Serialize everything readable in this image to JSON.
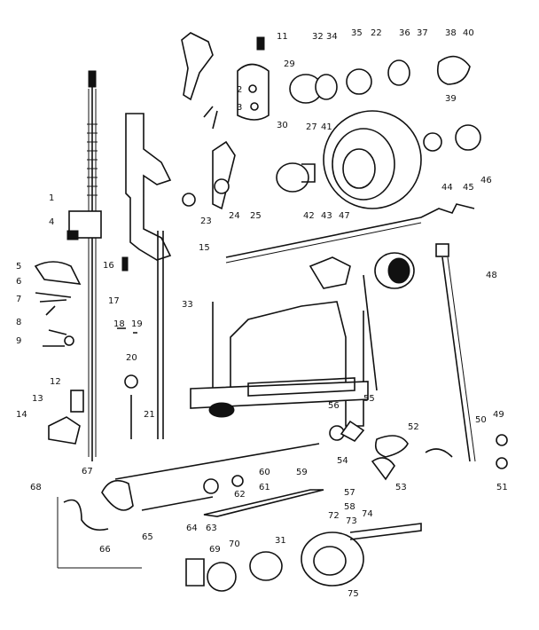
{
  "labels": [
    {
      "id": "p1",
      "text": "1"
    },
    {
      "id": "p2",
      "text": "2"
    },
    {
      "id": "p3",
      "text": "3"
    },
    {
      "id": "p4",
      "text": "4"
    },
    {
      "id": "p5",
      "text": "5"
    },
    {
      "id": "p6",
      "text": "6"
    },
    {
      "id": "p7",
      "text": "7"
    },
    {
      "id": "p8",
      "text": "8"
    },
    {
      "id": "p9",
      "text": "9"
    },
    {
      "id": "p11",
      "text": "11"
    },
    {
      "id": "p12",
      "text": "12"
    },
    {
      "id": "p13",
      "text": "13"
    },
    {
      "id": "p14",
      "text": "14"
    },
    {
      "id": "p15",
      "text": "15"
    },
    {
      "id": "p16",
      "text": "16"
    },
    {
      "id": "p17",
      "text": "17"
    },
    {
      "id": "p18",
      "text": "18"
    },
    {
      "id": "p19",
      "text": "19"
    },
    {
      "id": "p20",
      "text": "20"
    },
    {
      "id": "p21",
      "text": "21"
    },
    {
      "id": "p22",
      "text": "22"
    },
    {
      "id": "p23",
      "text": "23"
    },
    {
      "id": "p24",
      "text": "24"
    },
    {
      "id": "p25",
      "text": "25"
    },
    {
      "id": "p27",
      "text": "27"
    },
    {
      "id": "p29",
      "text": "29"
    },
    {
      "id": "p30",
      "text": "30"
    },
    {
      "id": "p31",
      "text": "31"
    },
    {
      "id": "p32",
      "text": "32"
    },
    {
      "id": "p33",
      "text": "33"
    },
    {
      "id": "p34",
      "text": "34"
    },
    {
      "id": "p35",
      "text": "35"
    },
    {
      "id": "p36",
      "text": "36"
    },
    {
      "id": "p37",
      "text": "37"
    },
    {
      "id": "p38",
      "text": "38"
    },
    {
      "id": "p39",
      "text": "39"
    },
    {
      "id": "p40",
      "text": "40"
    },
    {
      "id": "p41",
      "text": "41"
    },
    {
      "id": "p42",
      "text": "42"
    },
    {
      "id": "p43",
      "text": "43"
    },
    {
      "id": "p44",
      "text": "44"
    },
    {
      "id": "p45",
      "text": "45"
    },
    {
      "id": "p46",
      "text": "46"
    },
    {
      "id": "p47",
      "text": "47"
    },
    {
      "id": "p48",
      "text": "48"
    },
    {
      "id": "p49",
      "text": "49"
    },
    {
      "id": "p50",
      "text": "50"
    },
    {
      "id": "p51",
      "text": "51"
    },
    {
      "id": "p52",
      "text": "52"
    },
    {
      "id": "p53",
      "text": "53"
    },
    {
      "id": "p54",
      "text": "54"
    },
    {
      "id": "p55",
      "text": "55"
    },
    {
      "id": "p56",
      "text": "56"
    },
    {
      "id": "p57",
      "text": "57"
    },
    {
      "id": "p58",
      "text": "58"
    },
    {
      "id": "p59",
      "text": "59"
    },
    {
      "id": "p60",
      "text": "60"
    },
    {
      "id": "p61",
      "text": "61"
    },
    {
      "id": "p62",
      "text": "62"
    },
    {
      "id": "p63",
      "text": "63"
    },
    {
      "id": "p64",
      "text": "64"
    },
    {
      "id": "p65",
      "text": "65"
    },
    {
      "id": "p66",
      "text": "66"
    },
    {
      "id": "p67",
      "text": "67"
    },
    {
      "id": "p68",
      "text": "68"
    },
    {
      "id": "p69",
      "text": "69"
    },
    {
      "id": "p70",
      "text": "70"
    },
    {
      "id": "p72",
      "text": "72"
    },
    {
      "id": "p73",
      "text": "73"
    },
    {
      "id": "p74",
      "text": "74"
    },
    {
      "id": "p75",
      "text": "75"
    }
  ]
}
